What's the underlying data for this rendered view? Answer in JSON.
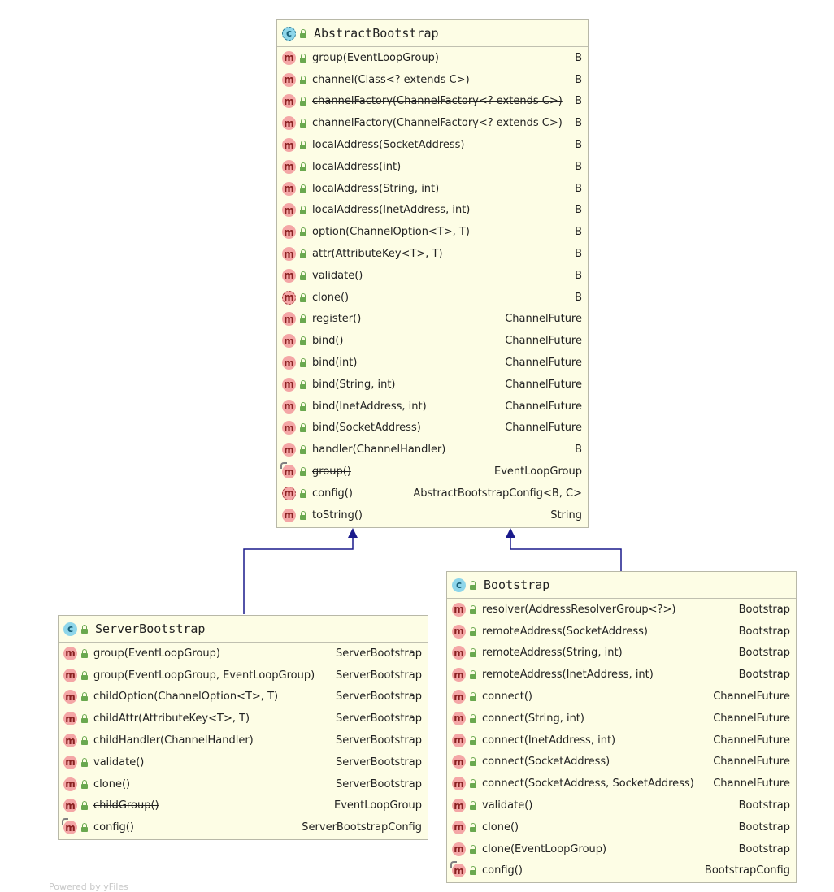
{
  "classes": {
    "abstract_bootstrap": {
      "name": "AbstractBootstrap",
      "badge": "c",
      "methods": [
        {
          "sig": "group(EventLoopGroup)",
          "ret": "B"
        },
        {
          "sig": "channel(Class<? extends C>)",
          "ret": "B"
        },
        {
          "sig": "channelFactory(ChannelFactory<? extends C>)",
          "ret": "B",
          "deprecated": true
        },
        {
          "sig": "channelFactory(ChannelFactory<? extends C>)",
          "ret": "B"
        },
        {
          "sig": "localAddress(SocketAddress)",
          "ret": "B"
        },
        {
          "sig": "localAddress(int)",
          "ret": "B"
        },
        {
          "sig": "localAddress(String, int)",
          "ret": "B"
        },
        {
          "sig": "localAddress(InetAddress, int)",
          "ret": "B"
        },
        {
          "sig": "option(ChannelOption<T>, T)",
          "ret": "B"
        },
        {
          "sig": "attr(AttributeKey<T>, T)",
          "ret": "B"
        },
        {
          "sig": "validate()",
          "ret": "B"
        },
        {
          "sig": "clone()",
          "ret": "B",
          "abstract": true
        },
        {
          "sig": "register()",
          "ret": "ChannelFuture"
        },
        {
          "sig": "bind()",
          "ret": "ChannelFuture"
        },
        {
          "sig": "bind(int)",
          "ret": "ChannelFuture"
        },
        {
          "sig": "bind(String, int)",
          "ret": "ChannelFuture"
        },
        {
          "sig": "bind(InetAddress, int)",
          "ret": "ChannelFuture"
        },
        {
          "sig": "bind(SocketAddress)",
          "ret": "ChannelFuture"
        },
        {
          "sig": "handler(ChannelHandler)",
          "ret": "B"
        },
        {
          "sig": "group()",
          "ret": "EventLoopGroup",
          "deprecated": true,
          "override": true
        },
        {
          "sig": "config()",
          "ret": "AbstractBootstrapConfig<B, C>",
          "abstract": true
        },
        {
          "sig": "toString()",
          "ret": "String"
        }
      ]
    },
    "server_bootstrap": {
      "name": "ServerBootstrap",
      "badge": "c",
      "methods": [
        {
          "sig": "group(EventLoopGroup)",
          "ret": "ServerBootstrap"
        },
        {
          "sig": "group(EventLoopGroup, EventLoopGroup)",
          "ret": "ServerBootstrap"
        },
        {
          "sig": "childOption(ChannelOption<T>, T)",
          "ret": "ServerBootstrap"
        },
        {
          "sig": "childAttr(AttributeKey<T>, T)",
          "ret": "ServerBootstrap"
        },
        {
          "sig": "childHandler(ChannelHandler)",
          "ret": "ServerBootstrap"
        },
        {
          "sig": "validate()",
          "ret": "ServerBootstrap"
        },
        {
          "sig": "clone()",
          "ret": "ServerBootstrap"
        },
        {
          "sig": "childGroup()",
          "ret": "EventLoopGroup",
          "deprecated": true
        },
        {
          "sig": "config()",
          "ret": "ServerBootstrapConfig",
          "override": true
        }
      ]
    },
    "bootstrap": {
      "name": "Bootstrap",
      "badge": "c",
      "methods": [
        {
          "sig": "resolver(AddressResolverGroup<?>)",
          "ret": "Bootstrap"
        },
        {
          "sig": "remoteAddress(SocketAddress)",
          "ret": "Bootstrap"
        },
        {
          "sig": "remoteAddress(String, int)",
          "ret": "Bootstrap"
        },
        {
          "sig": "remoteAddress(InetAddress, int)",
          "ret": "Bootstrap"
        },
        {
          "sig": "connect()",
          "ret": "ChannelFuture"
        },
        {
          "sig": "connect(String, int)",
          "ret": "ChannelFuture"
        },
        {
          "sig": "connect(InetAddress, int)",
          "ret": "ChannelFuture"
        },
        {
          "sig": "connect(SocketAddress)",
          "ret": "ChannelFuture"
        },
        {
          "sig": "connect(SocketAddress, SocketAddress)",
          "ret": "ChannelFuture"
        },
        {
          "sig": "validate()",
          "ret": "Bootstrap"
        },
        {
          "sig": "clone()",
          "ret": "Bootstrap"
        },
        {
          "sig": "clone(EventLoopGroup)",
          "ret": "Bootstrap"
        },
        {
          "sig": "config()",
          "ret": "BootstrapConfig",
          "override": true
        }
      ]
    }
  },
  "edges": [
    {
      "from": "server_bootstrap",
      "to": "abstract_bootstrap",
      "kind": "extends"
    },
    {
      "from": "bootstrap",
      "to": "abstract_bootstrap",
      "kind": "extends"
    }
  ],
  "colors": {
    "class_bg": "#fdfde5",
    "edge": "#1a1a8c",
    "method_badge": "#f4a6a6",
    "class_badge": "#8ed6ea"
  },
  "footer": "Powered by yFiles"
}
